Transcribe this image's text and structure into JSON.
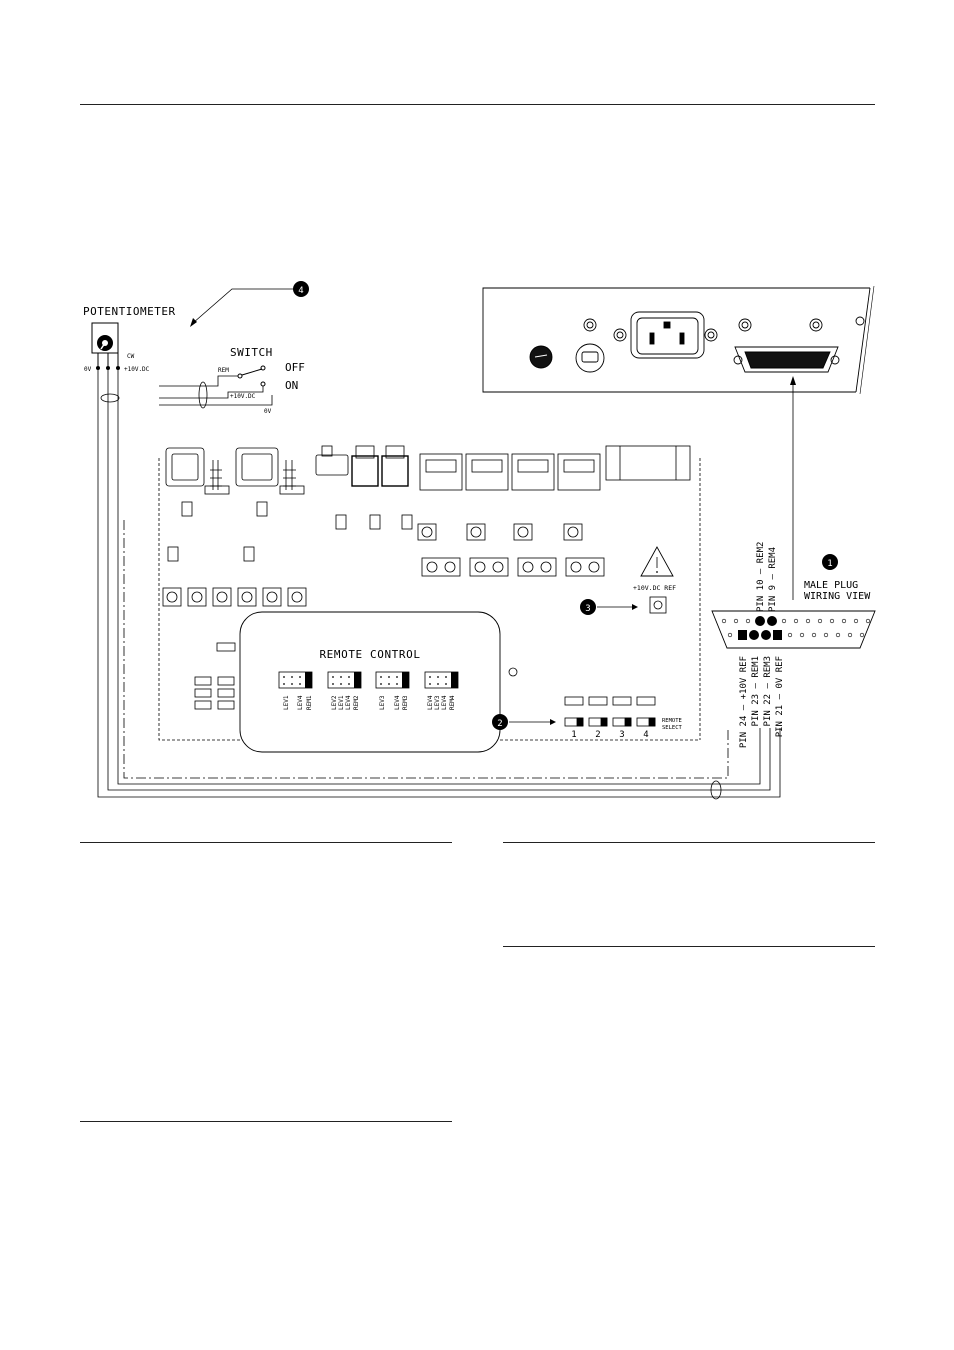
{
  "diagram": {
    "potentiometer": {
      "title": "POTENTIOMETER",
      "cw": "CW",
      "pin_0v": "0V",
      "pin_10v": "+10V.DC"
    },
    "switch": {
      "title": "SWITCH",
      "off": "OFF",
      "on": "ON",
      "rem": "REM",
      "plus10v": "+10V.DC",
      "zero_v": "0V"
    },
    "callouts": {
      "c1": "1",
      "c2": "2",
      "c3": "3",
      "c4": "4"
    },
    "warning_ref": "+10V.DC  REF",
    "remote_control": {
      "title": "REMOTE  CONTROL",
      "groups": [
        {
          "labels": [
            "LEV1",
            "LEV4",
            "REM1"
          ]
        },
        {
          "labels": [
            "LEV2",
            "LEV1",
            "LEV4",
            "REM2"
          ]
        },
        {
          "labels": [
            "LEV3",
            "LEV4",
            "REM3"
          ]
        },
        {
          "labels": [
            "LEV4",
            "LEV3",
            "LEV4",
            "REM4"
          ]
        }
      ]
    },
    "remote_select": {
      "label_line1": "REMOTE",
      "label_line2": "SELECT",
      "numbers": [
        "1",
        "2",
        "3",
        "4"
      ]
    },
    "male_plug": {
      "title_line1": "MALE  PLUG",
      "title_line2": "WIRING  VIEW",
      "top_pins": [
        "PIN 10 — REM2",
        "PIN  9 — REM4"
      ],
      "bottom_pins": [
        "PIN 24 — +10V REF",
        "PIN 23 — REM1",
        "PIN 22 — REM3",
        "PIN 21 — 0V REF"
      ]
    }
  }
}
